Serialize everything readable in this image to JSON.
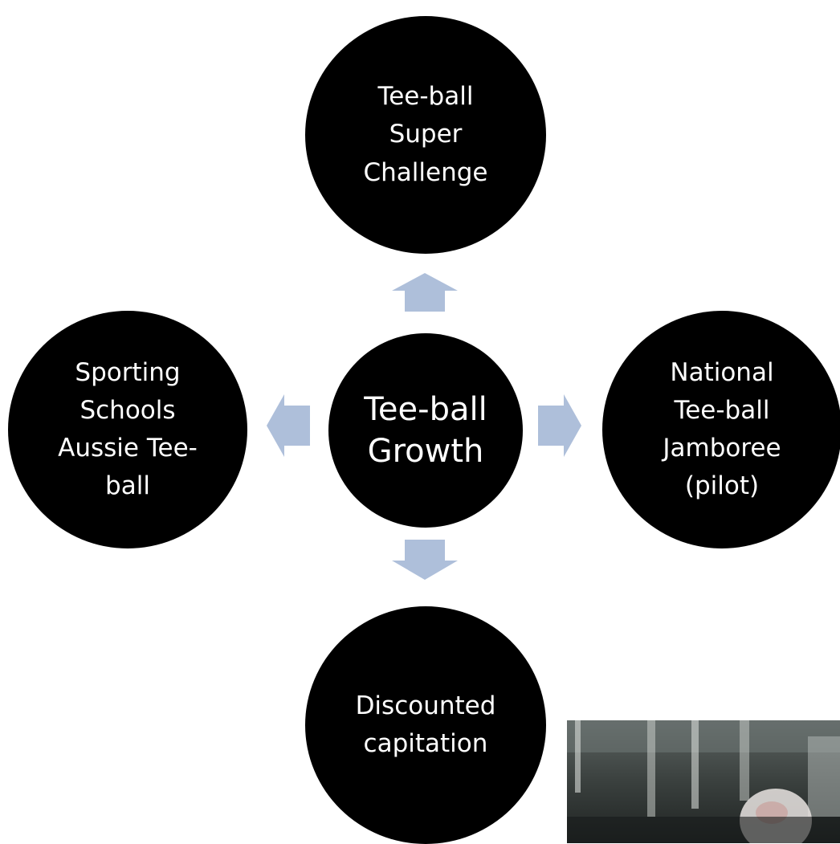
{
  "diagram": {
    "center": {
      "label": "Tee-ball\nGrowth"
    },
    "nodes": {
      "top": {
        "label": "Tee-ball\nSuper\nChallenge"
      },
      "left": {
        "label": "Sporting\nSchools\nAussie Tee-\nball"
      },
      "right": {
        "label": "National\nTee-ball\nJamboree\n(pilot)"
      },
      "bottom": {
        "label": "Discounted\ncapitation"
      }
    },
    "arrows": [
      "up",
      "left",
      "right",
      "down"
    ],
    "colors": {
      "node_fill": "#000000",
      "node_text": "#ffffff",
      "arrow_fill": "#aebfda",
      "background": "#ffffff"
    }
  }
}
